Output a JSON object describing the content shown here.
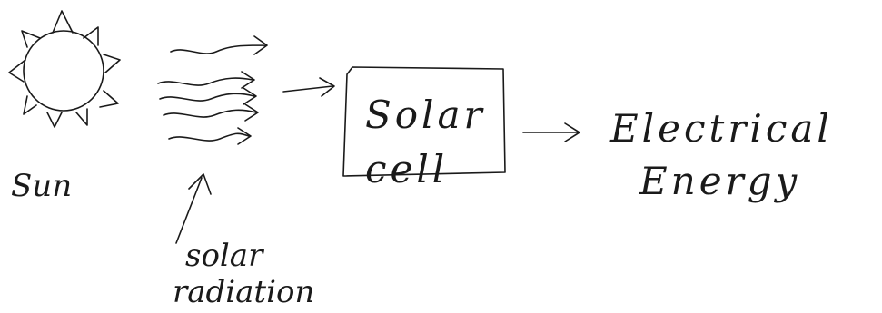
{
  "labels": {
    "sun": "Sun",
    "solar_cell_line1": "Solar",
    "solar_cell_line2": "cell",
    "output_line1": "Electrical",
    "output_line2": "Energy",
    "radiation_line1": "solar",
    "radiation_line2": "radiation"
  }
}
